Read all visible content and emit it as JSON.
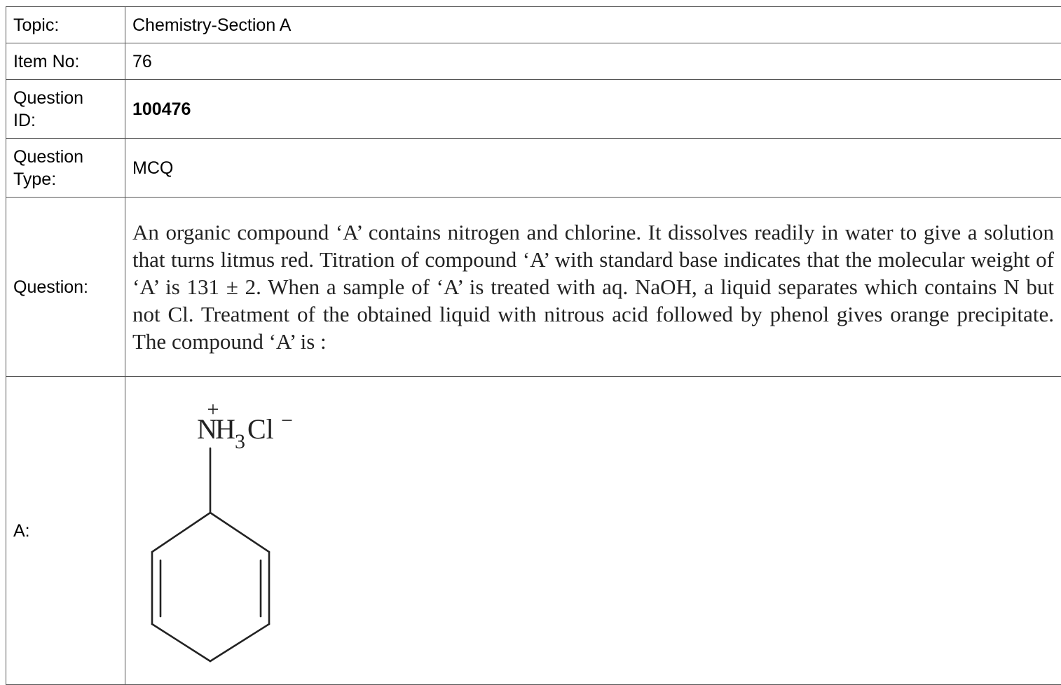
{
  "rows": {
    "topic": {
      "label": "Topic:",
      "value": "Chemistry-Section A"
    },
    "item_no": {
      "label": "Item No:",
      "value": "76"
    },
    "question_id": {
      "label_line1": "Question",
      "label_line2": "ID:",
      "value": "100476"
    },
    "question_type": {
      "label_line1": "Question",
      "label_line2": "Type:",
      "value": "MCQ"
    },
    "question": {
      "label": "Question:",
      "text": "An organic compound ‘A’ contains nitrogen and chlorine. It dissolves readily in water to give a solution that turns litmus red. Titration of compound ‘A’ with standard base indicates that the molecular weight of ‘A’ is 131 ± 2. When a sample of ‘A’ is treated with aq. NaOH, a liquid separates which contains N but not Cl. Treatment of the obtained liquid with nitrous acid followed by phenol gives orange precipitate. The compound ‘A’ is :"
    },
    "option_a": {
      "label": "A:",
      "structure": {
        "charge_plus": "+",
        "n": "N",
        "h": "H",
        "sub3": "3",
        "cl": "Cl",
        "charge_minus": "−"
      }
    }
  }
}
